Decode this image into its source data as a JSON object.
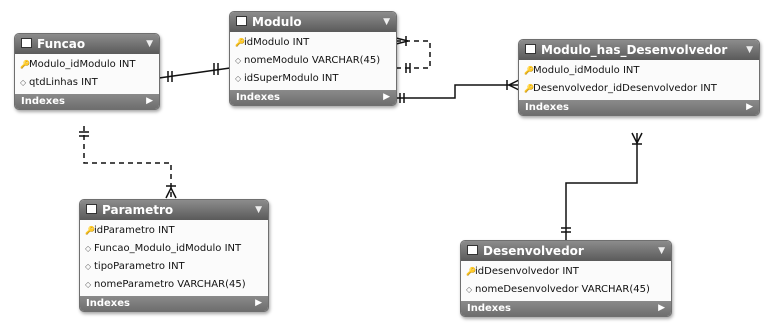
{
  "tables": {
    "funcao": {
      "name": "Funcao",
      "columns": [
        {
          "label": "Modulo_idModulo INT",
          "icon": "key-icon"
        },
        {
          "label": "qtdLinhas INT",
          "icon": "column-icon"
        }
      ],
      "footer": "Indexes"
    },
    "modulo": {
      "name": "Modulo",
      "columns": [
        {
          "label": "idModulo INT",
          "icon": "key-icon"
        },
        {
          "label": "nomeModulo VARCHAR(45)",
          "icon": "column-icon"
        },
        {
          "label": "idSuperModulo INT",
          "icon": "column-icon"
        }
      ],
      "footer": "Indexes"
    },
    "modulo_has_desenvolvedor": {
      "name": "Modulo_has_Desenvolvedor",
      "columns": [
        {
          "label": "Modulo_idModulo INT",
          "icon": "key-icon"
        },
        {
          "label": "Desenvolvedor_idDesenvolvedor INT",
          "icon": "key-icon"
        }
      ],
      "footer": "Indexes"
    },
    "parametro": {
      "name": "Parametro",
      "columns": [
        {
          "label": "idParametro INT",
          "icon": "key-icon"
        },
        {
          "label": "Funcao_Modulo_idModulo INT",
          "icon": "column-icon"
        },
        {
          "label": "tipoParametro INT",
          "icon": "column-icon"
        },
        {
          "label": "nomeParametro VARCHAR(45)",
          "icon": "column-icon"
        }
      ],
      "footer": "Indexes"
    },
    "desenvolvedor": {
      "name": "Desenvolvedor",
      "columns": [
        {
          "label": "idDesenvolvedor INT",
          "icon": "key-icon"
        },
        {
          "label": "nomeDesenvolvedor VARCHAR(45)",
          "icon": "column-icon"
        }
      ],
      "footer": "Indexes"
    }
  },
  "colors": {
    "header": "#6e6e6e",
    "line": "#111111"
  }
}
